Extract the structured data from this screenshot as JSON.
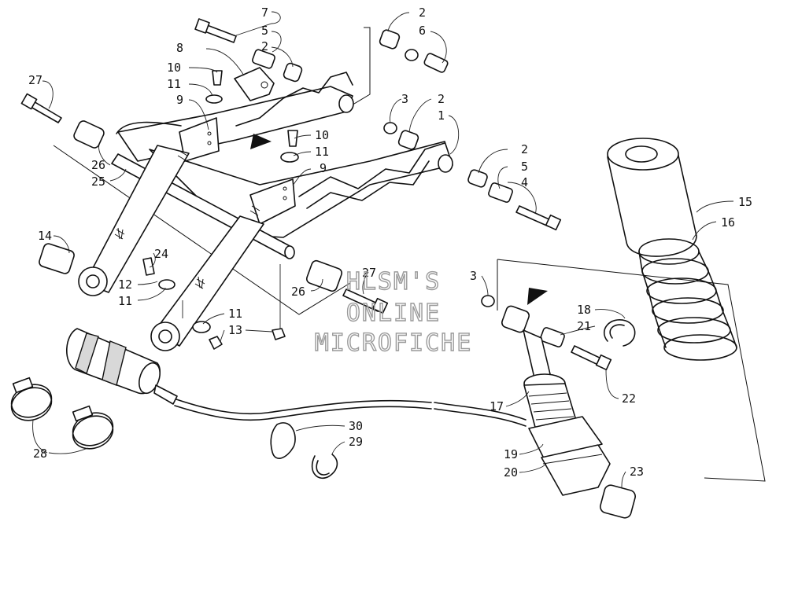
{
  "watermark": {
    "line1": "HLSM'S",
    "line2": "ONLINE",
    "line3": "MICROFICHE"
  },
  "callouts": [
    {
      "id": "c7",
      "label": "7"
    },
    {
      "id": "c5a",
      "label": "5"
    },
    {
      "id": "c2a",
      "label": "2"
    },
    {
      "id": "c8",
      "label": "8"
    },
    {
      "id": "c10a",
      "label": "10"
    },
    {
      "id": "c11a",
      "label": "11"
    },
    {
      "id": "c9a",
      "label": "9"
    },
    {
      "id": "c27a",
      "label": "27"
    },
    {
      "id": "c2b",
      "label": "2"
    },
    {
      "id": "c6",
      "label": "6"
    },
    {
      "id": "c3a",
      "label": "3"
    },
    {
      "id": "c2c",
      "label": "2"
    },
    {
      "id": "c1",
      "label": "1"
    },
    {
      "id": "c10b",
      "label": "10"
    },
    {
      "id": "c11b",
      "label": "11"
    },
    {
      "id": "c9b",
      "label": "9"
    },
    {
      "id": "c26a",
      "label": "26"
    },
    {
      "id": "c25",
      "label": "25"
    },
    {
      "id": "c2d",
      "label": "2"
    },
    {
      "id": "c5b",
      "label": "5"
    },
    {
      "id": "c4",
      "label": "4"
    },
    {
      "id": "c15",
      "label": "15"
    },
    {
      "id": "c16",
      "label": "16"
    },
    {
      "id": "c14",
      "label": "14"
    },
    {
      "id": "c24",
      "label": "24"
    },
    {
      "id": "c12",
      "label": "12"
    },
    {
      "id": "c11c",
      "label": "11"
    },
    {
      "id": "c27b",
      "label": "27"
    },
    {
      "id": "c26b",
      "label": "26"
    },
    {
      "id": "c3b",
      "label": "3"
    },
    {
      "id": "c18",
      "label": "18"
    },
    {
      "id": "c21",
      "label": "21"
    },
    {
      "id": "c11d",
      "label": "11"
    },
    {
      "id": "c13",
      "label": "13"
    },
    {
      "id": "c22",
      "label": "22"
    },
    {
      "id": "c17",
      "label": "17"
    },
    {
      "id": "c30",
      "label": "30"
    },
    {
      "id": "c29",
      "label": "29"
    },
    {
      "id": "c19",
      "label": "19"
    },
    {
      "id": "c20",
      "label": "20"
    },
    {
      "id": "c23",
      "label": "23"
    },
    {
      "id": "c28",
      "label": "28"
    }
  ]
}
